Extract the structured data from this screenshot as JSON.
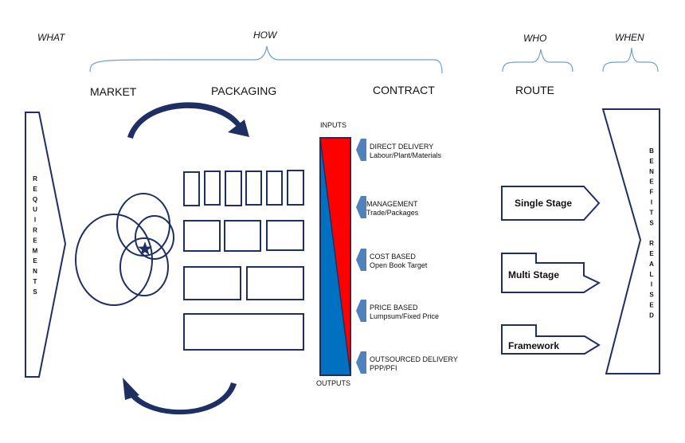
{
  "headings": {
    "what": "WHAT",
    "how": "HOW",
    "who": "WHO",
    "when": "WHEN"
  },
  "columns": {
    "market": "MARKET",
    "packaging": "PACKAGING",
    "contract": "CONTRACT",
    "route": "ROUTE"
  },
  "requirements_letters": [
    "R",
    "E",
    "Q",
    "U",
    "I",
    "R",
    "E",
    "M",
    "E",
    "N",
    "T",
    "S"
  ],
  "benefits_letters": [
    "B",
    "E",
    "N",
    "E",
    "F",
    "I",
    "T",
    "S",
    "",
    "R",
    "E",
    "A",
    "L",
    "I",
    "S",
    "E",
    "D"
  ],
  "contract_bar": {
    "top_label": "INPUTS",
    "bottom_label": "OUTPUTS",
    "red": "#ff0000",
    "blue": "#0070c0"
  },
  "contract_types": [
    {
      "title": "DIRECT DELIVERY",
      "subtitle": "Labour/Plant/Materials"
    },
    {
      "title": "MANAGEMENT",
      "subtitle": "Trade/Packages"
    },
    {
      "title": "COST BASED",
      "subtitle": "Open Book Target"
    },
    {
      "title": "PRICE BASED",
      "subtitle": "Lumpsum/Fixed  Price"
    },
    {
      "title": "OUTSOURCED  DELIVERY",
      "subtitle": "PPP/PFI"
    }
  ],
  "routes": [
    "Single Stage",
    "Multi Stage",
    "Framework"
  ],
  "colors": {
    "navy": "#1d2f63",
    "brace": "#6fa0cc",
    "tab": "#4f81bd"
  }
}
